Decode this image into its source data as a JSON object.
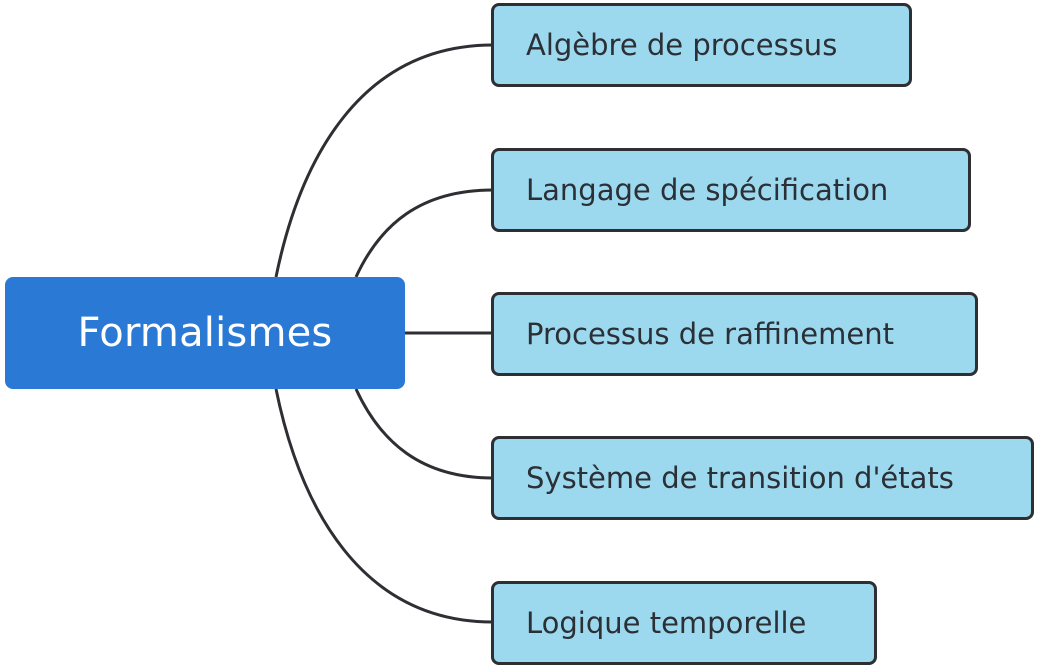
{
  "diagram": {
    "type": "mind-map",
    "root": {
      "label": "Formalismes"
    },
    "branches": [
      {
        "label": "Algèbre de processus"
      },
      {
        "label": "Langage de spécification"
      },
      {
        "label": "Processus de raffinement"
      },
      {
        "label": "Système de transition d'états"
      },
      {
        "label": "Logique temporelle"
      }
    ],
    "colors": {
      "root_fill": "#2a79d4",
      "root_text": "#ffffff",
      "branch_fill": "#9dd9ee",
      "branch_border": "#2e2f33",
      "branch_text": "#2b2f36",
      "connector": "#2e2f33"
    }
  }
}
